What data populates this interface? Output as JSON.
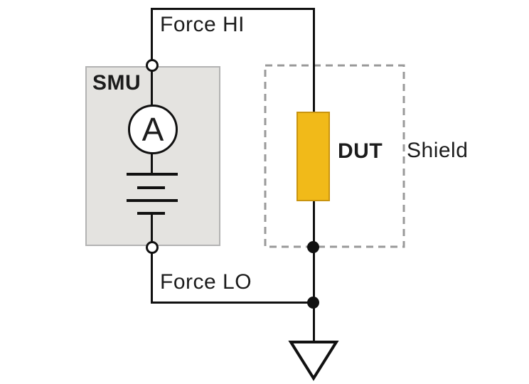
{
  "labels": {
    "force_hi": "Force HI",
    "force_lo": "Force LO",
    "smu": "SMU",
    "ammeter": "A",
    "dut": "DUT",
    "shield": "Shield"
  },
  "colors": {
    "background": "#ffffff",
    "wire": "#111111",
    "text": "#1c1c1c",
    "smu_fill": "#e4e3e0",
    "smu_border": "#b3b3b3",
    "dut_fill": "#f1ba19",
    "dut_border": "#c9940f",
    "shield_dash": "#9a9a9a"
  }
}
